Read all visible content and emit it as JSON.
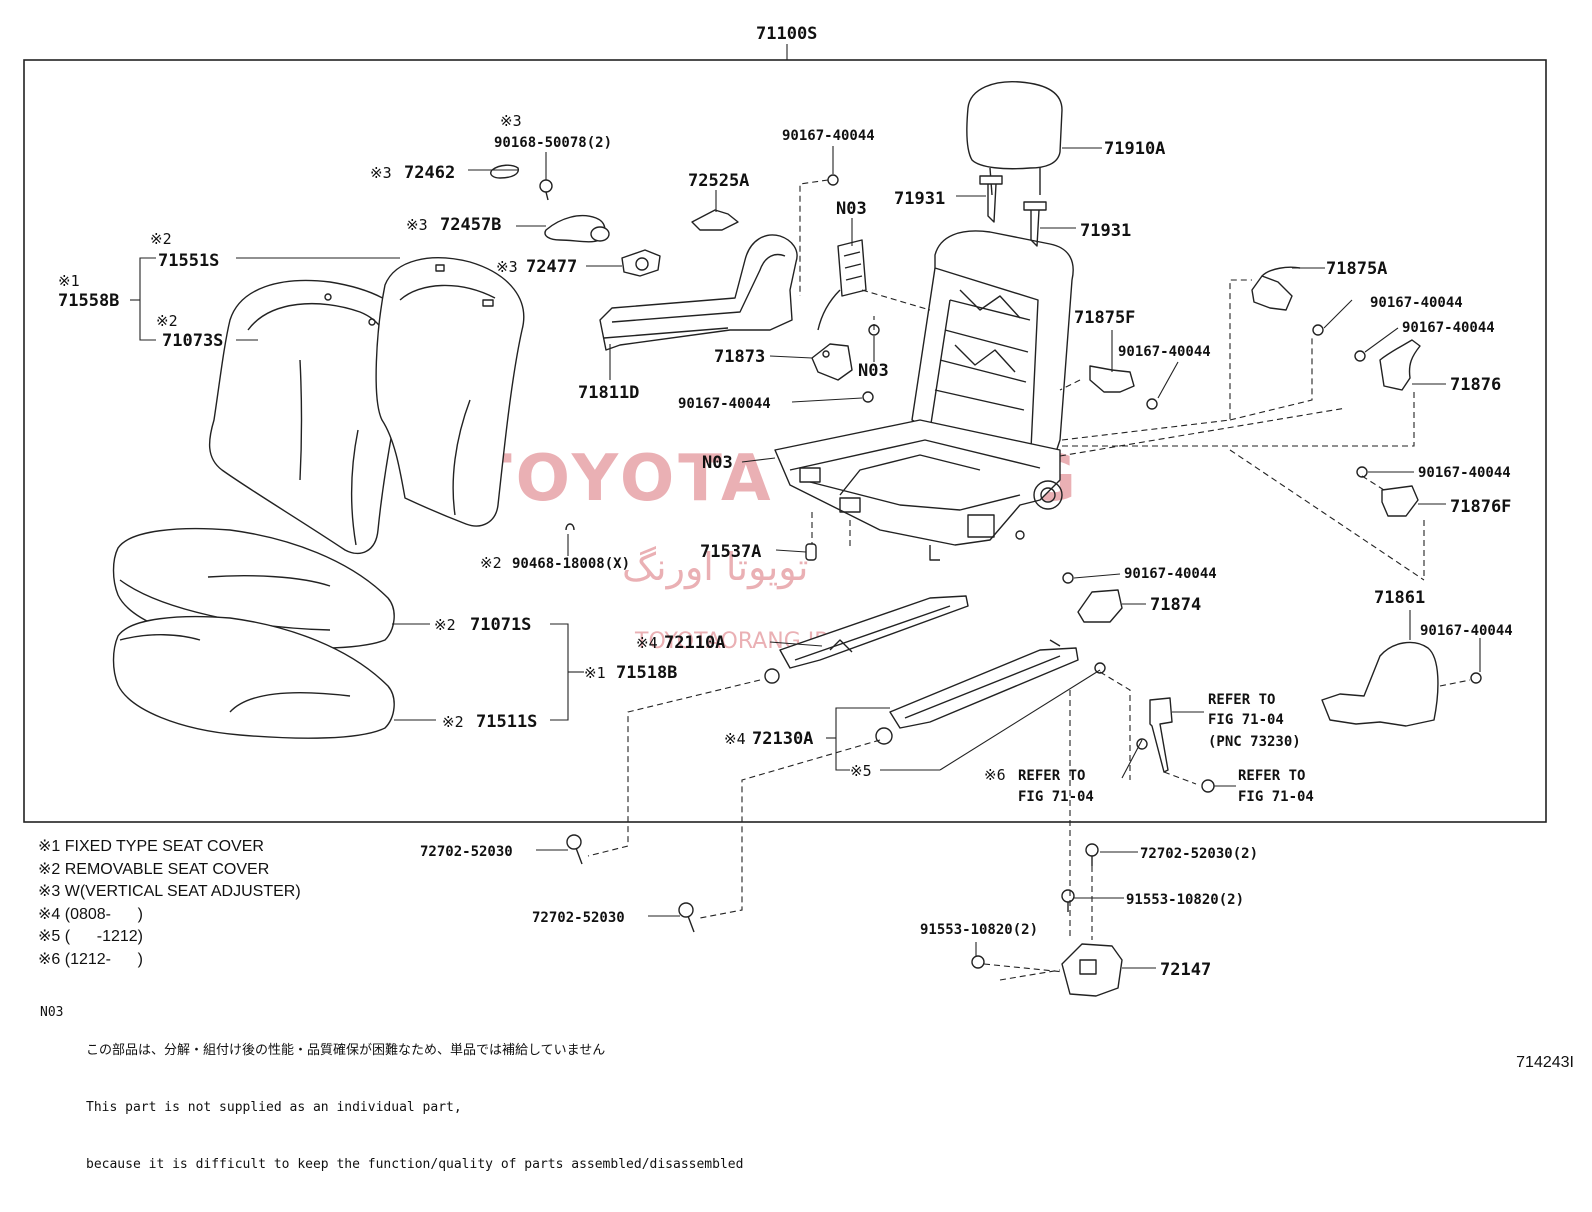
{
  "assembly": {
    "number": "71100S"
  },
  "watermark": {
    "latin": "TOYOTA ORANG",
    "persian": "تویوتا اورنگ",
    "sub": "TOYOTAORANG.IR",
    "color": "#e7a3a8"
  },
  "labels": {
    "p71910A": "71910A",
    "p71931a": "71931",
    "p71931b": "71931",
    "p71875A": "71875A",
    "b90167_a": "90167-40044",
    "b90167_b": "90167-40044",
    "b90167_c": "90167-40044",
    "b90167_d": "90167-40044",
    "b90167_e": "90167-40044",
    "b90167_f": "90167-40044",
    "b90167_g": "90167-40044",
    "b90167_h": "90167-40044",
    "p71876": "71876",
    "p71876F": "71876F",
    "p71875F": "71875F",
    "mark3a": "※3",
    "p90168": "90168-50078(2)",
    "mark3b": "※3",
    "p72462": "72462",
    "mark3c": "※3",
    "p72457B": "72457B",
    "mark3d": "※3",
    "p72477": "72477",
    "p72525A": "72525A",
    "n03a": "N03",
    "n03b": "N03",
    "n03c": "N03",
    "p71873": "71873",
    "p71811D": "71811D",
    "mark2a": "※2",
    "p71551S": "71551S",
    "mark1a": "※1",
    "p71558B": "71558B",
    "mark2b": "※2",
    "p71073S": "71073S",
    "mark2c": "※2",
    "p90468": "90468-18008(X)",
    "p71537A": "71537A",
    "p71874": "71874",
    "p71861": "71861",
    "mark4a": "※4",
    "p72110A": "72110A",
    "mark2d": "※2",
    "p71071S": "71071S",
    "mark1b": "※1",
    "p71518B": "71518B",
    "mark2e": "※2",
    "p71511S": "71511S",
    "mark4b": "※4",
    "p72130A": "72130A",
    "mark5": "※5",
    "mark6": "※6",
    "refer1a": "REFER TO",
    "refer1b": "FIG 71-04",
    "refer1c": "(PNC 73230)",
    "refer2a": "REFER TO",
    "refer2b": "FIG 71-04",
    "refer3a": "REFER TO",
    "refer3b": "FIG 71-04",
    "b72702_a": "72702-52030",
    "b72702_b": "72702-52030",
    "b72702_c": "72702-52030(2)",
    "b91553_a": "91553-10820(2)",
    "b91553_b": "91553-10820(2)",
    "p72147": "72147"
  },
  "notes": [
    "※1 FIXED TYPE SEAT COVER",
    "※2 REMOVABLE SEAT COVER",
    "※3 W(VERTICAL SEAT ADJUSTER)",
    "※4 (0808-      )",
    "※5 (      -1212)",
    "※6 (1212-      )"
  ],
  "footnote": {
    "code": "N03",
    "jp": "この部品は、分解・組付け後の性能・品質確保が困難なため、単品では補給していません",
    "en1": "This part is not supplied as an individual part,",
    "en2": "because it is difficult to keep the function/quality of parts assembled/disassembled"
  },
  "figure_number": "714243I"
}
